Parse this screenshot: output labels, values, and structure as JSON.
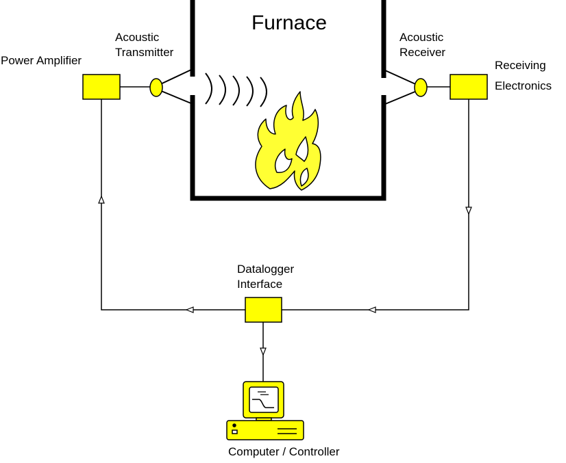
{
  "title": "Furnace",
  "labels": {
    "power_amplifier": "Power Amplifier",
    "acoustic_transmitter": [
      "Acoustic",
      "Transmitter"
    ],
    "acoustic_receiver": [
      "Acoustic",
      "Receiver"
    ],
    "receiving_electronics": [
      "Receiving",
      "Electronics"
    ],
    "datalogger_interface": [
      "Datalogger",
      "Interface"
    ],
    "computer_controller": "Computer / Controller"
  },
  "colors": {
    "component_fill": "#ffff00",
    "flame_fill": "#ffff33",
    "line": "#000000",
    "background": "#ffffff"
  }
}
